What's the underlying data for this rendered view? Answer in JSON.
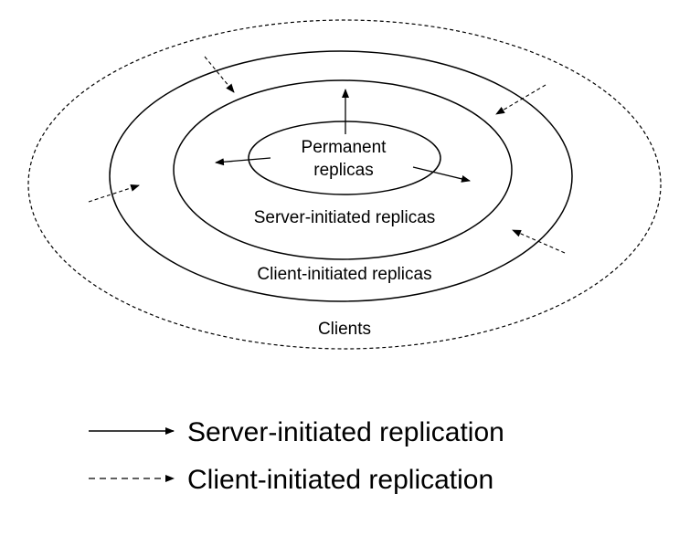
{
  "diagram": {
    "rings": [
      {
        "id": "permanent",
        "label_lines": [
          "Permanent",
          "replicas"
        ],
        "border": "solid"
      },
      {
        "id": "server",
        "label_lines": [
          "Server-initiated replicas"
        ],
        "border": "solid"
      },
      {
        "id": "client",
        "label_lines": [
          "Client-initiated replicas"
        ],
        "border": "solid"
      },
      {
        "id": "clients",
        "label_lines": [
          "Clients"
        ],
        "border": "dashed"
      }
    ],
    "arrows": {
      "server_initiated_count": 3,
      "client_initiated_count": 4
    }
  },
  "legend": {
    "items": [
      {
        "label": "Server-initiated replication",
        "line_style": "solid"
      },
      {
        "label": "Client-initiated replication",
        "line_style": "dashed"
      }
    ]
  },
  "colors": {
    "stroke": "#000000",
    "background": "#ffffff"
  }
}
